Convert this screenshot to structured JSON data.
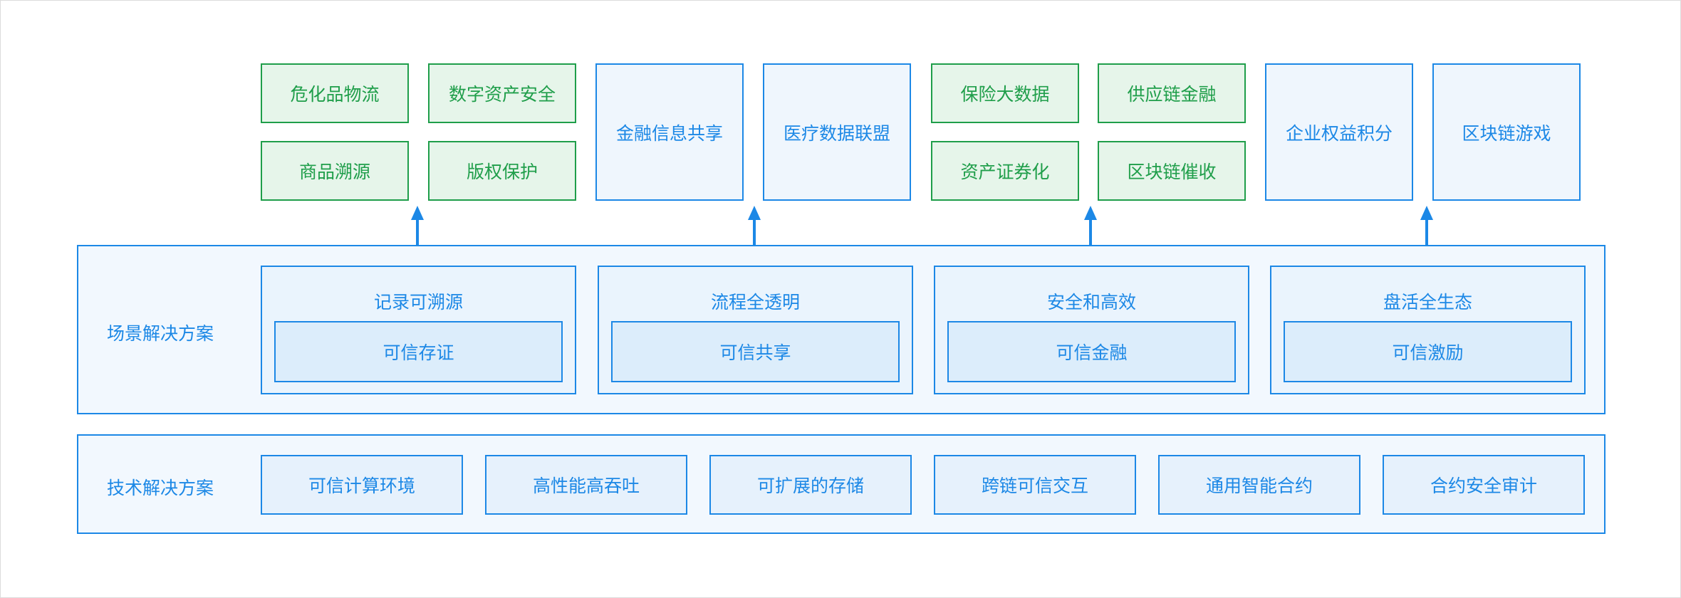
{
  "colors": {
    "accent": "#1c88e6",
    "green": "#1f9e4a",
    "green_bg": "#e6f5ea",
    "panel_bg": "#f2f8fe"
  },
  "applications": {
    "group1": [
      "危化品物流",
      "数字资产安全",
      "商品溯源",
      "版权保护"
    ],
    "group2": [
      "金融信息共享",
      "医疗数据联盟"
    ],
    "group3": [
      "保险大数据",
      "供应链金融",
      "资产证券化",
      "区块链催收"
    ],
    "group4": [
      "企业权益积分",
      "区块链游戏"
    ]
  },
  "scene_layer": {
    "label": "场景解决方案",
    "cards": [
      {
        "title": "记录可溯源",
        "inner": "可信存证"
      },
      {
        "title": "流程全透明",
        "inner": "可信共享"
      },
      {
        "title": "安全和高效",
        "inner": "可信金融"
      },
      {
        "title": "盘活全生态",
        "inner": "可信激励"
      }
    ]
  },
  "tech_layer": {
    "label": "技术解决方案",
    "items": [
      "可信计算环境",
      "高性能高吞吐",
      "可扩展的存储",
      "跨链可信交互",
      "通用智能合约",
      "合约安全审计"
    ]
  }
}
